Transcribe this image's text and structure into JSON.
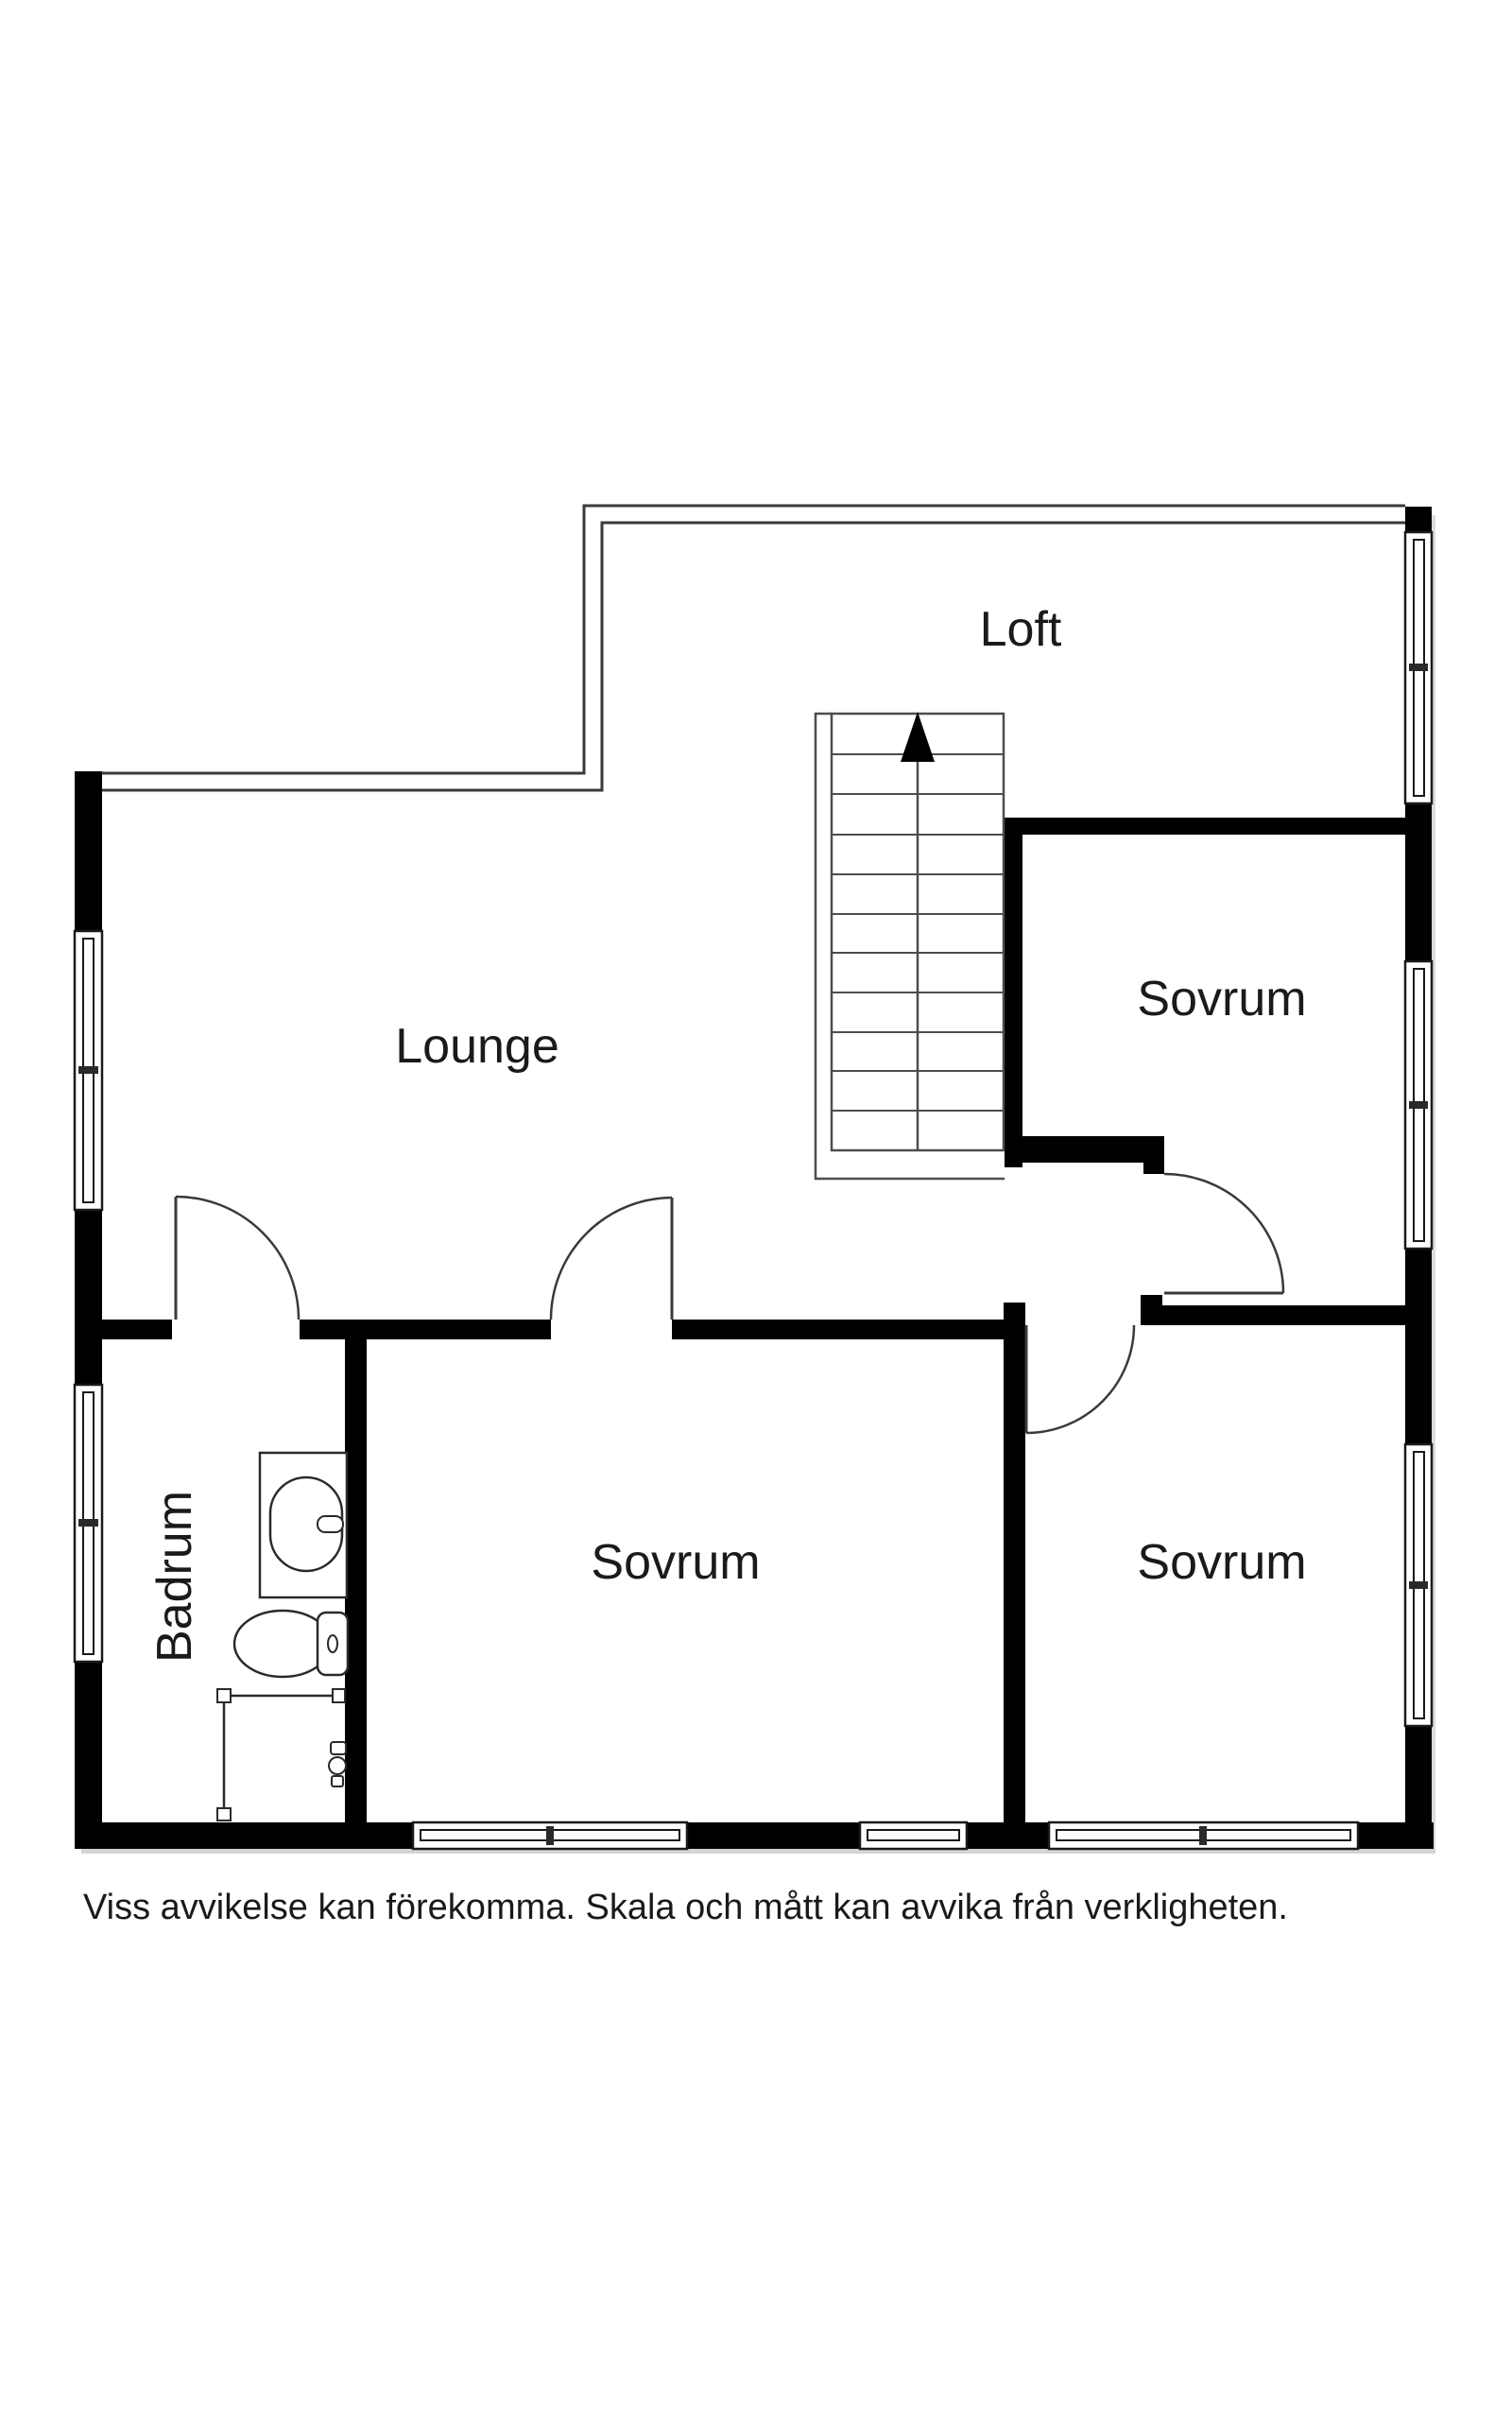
{
  "plan": {
    "type": "floorplan",
    "rooms": [
      {
        "id": "loft",
        "label": "Loft"
      },
      {
        "id": "lounge",
        "label": "Lounge"
      },
      {
        "id": "sovrum-top-right",
        "label": "Sovrum"
      },
      {
        "id": "sovrum-bottom-middle",
        "label": "Sovrum"
      },
      {
        "id": "sovrum-bottom-right",
        "label": "Sovrum"
      },
      {
        "id": "badrum",
        "label": "Badrum"
      }
    ],
    "stairs": {
      "icon": "up-arrow",
      "treads": 11
    },
    "fixtures": [
      "sink-vanity",
      "toilet",
      "shower",
      "shower-mixer"
    ],
    "disclaimer": "Viss avvikelse kan förekomma. Skala och mått kan avvika från verkligheten.",
    "colors": {
      "wall": "#000000",
      "thin_outline": "#3a3a3a",
      "stairs": "#4d4d4d",
      "fixtures": "#2a2a2a",
      "text": "#1a1a1a",
      "background": "#ffffff",
      "shadow": "#c9c9c9"
    }
  }
}
